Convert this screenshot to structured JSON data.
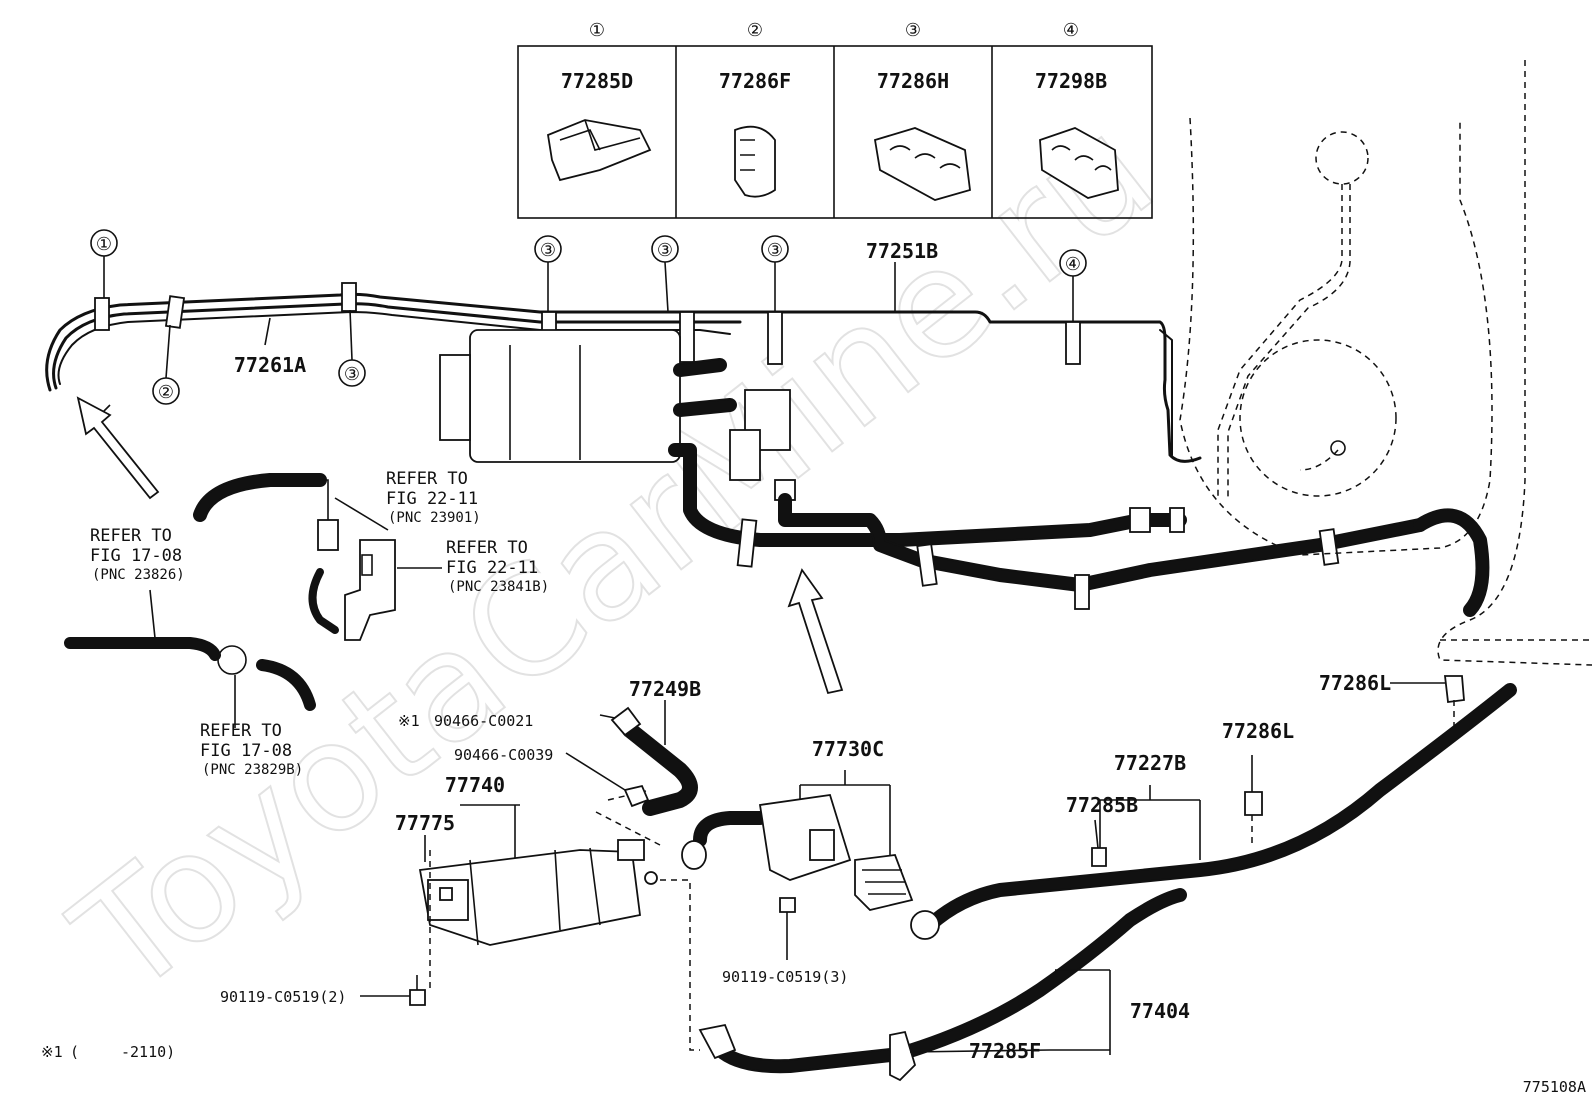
{
  "diagram": {
    "watermark": "ToyotaCarMine.ru",
    "figure_number": "775108A",
    "footnote": {
      "marker": "※1",
      "open": "(",
      "range": "-2110)"
    }
  },
  "clip_table": [
    {
      "index": "①",
      "part": "77285D"
    },
    {
      "index": "②",
      "part": "77286F"
    },
    {
      "index": "③",
      "part": "77286H"
    },
    {
      "index": "④",
      "part": "77298B"
    }
  ],
  "callouts": {
    "c1": "①",
    "c2": "②",
    "c3a": "③",
    "c3b": "③",
    "c3c": "③",
    "c3d": "③",
    "c4": "④"
  },
  "parts": {
    "p77261A": "77261A",
    "p77251B": "77251B",
    "p77249B": "77249B",
    "p77730C": "77730C",
    "p77740": "77740",
    "p77775": "77775",
    "p77286L_a": "77286L",
    "p77286L_b": "77286L",
    "p77227B": "77227B",
    "p77285B": "77285B",
    "p77404": "77404",
    "p77285F": "77285F",
    "p90466_1": "90466-C0021",
    "p90466_1_mark": "※1",
    "p90466_2": "90466-C0039",
    "p90119_2": "90119-C0519(2)",
    "p90119_3": "90119-C0519(3)"
  },
  "references": {
    "ref1": {
      "line1": "REFER TO",
      "line2": "FIG 22-11",
      "pnc": "(PNC 23901)"
    },
    "ref2": {
      "line1": "REFER TO",
      "line2": "FIG 22-11",
      "pnc": "(PNC 23841B)"
    },
    "ref3": {
      "line1": "REFER TO",
      "line2": "FIG 17-08",
      "pnc": "(PNC 23826)"
    },
    "ref4": {
      "line1": "REFER TO",
      "line2": "FIG 17-08",
      "pnc": "(PNC 23829B)"
    }
  }
}
